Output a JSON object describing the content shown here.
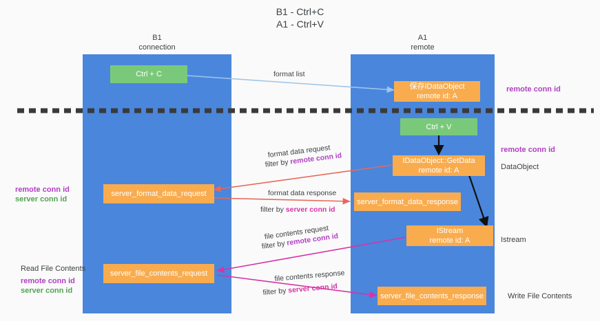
{
  "title": {
    "line1": "B1 - Ctrl+C",
    "line2": "A1 - Ctrl+V"
  },
  "lanes": [
    {
      "id": "b1",
      "header_line1": "B1",
      "header_line2": "connection"
    },
    {
      "id": "a1",
      "header_line1": "A1",
      "header_line2": "remote"
    }
  ],
  "colors": {
    "lane": "#4a86dc",
    "box_orange": "#f9ac4e",
    "box_green": "#7ac97a",
    "purple": "#b13fc4",
    "green_text": "#52a352",
    "pink": "#d633a8",
    "red_arrow": "#e8685a",
    "blue_arrow": "#9fc5ea",
    "black_arrow": "#000000",
    "background": "#fafafa",
    "text": "#3c4043"
  },
  "boxes": {
    "ctrl_c": {
      "label": "Ctrl + C"
    },
    "ctrl_v": {
      "label": "Ctrl + V"
    },
    "idataobject": {
      "line1": "保存IDataObject",
      "line2": "remote id: A"
    },
    "getdata": {
      "line1": "IDataObject::GetData",
      "line2": "remote id: A"
    },
    "istream": {
      "line1": "IStream",
      "line2": "remote id: A"
    },
    "server_format_data_request": {
      "label": "server_format_data_request"
    },
    "server_format_data_response": {
      "label": "server_format_data_response"
    },
    "server_file_contents_request": {
      "label": "server_file_contents_request"
    },
    "server_file_contents_response": {
      "label": "server_file_contents_response"
    }
  },
  "edge_labels": {
    "format_list": "format list",
    "format_data_request": "format data request",
    "format_data_request_filter_prefix": "filter by ",
    "format_data_request_filter_value": "remote conn id",
    "format_data_response": "format data response",
    "format_data_response_filter_prefix": "filter by ",
    "format_data_response_filter_value": "server conn id",
    "file_contents_request": "file contents request",
    "file_contents_request_filter_prefix": "filter by ",
    "file_contents_request_filter_value": "remote conn id",
    "file_contents_response": "file contents response",
    "file_contents_response_filter_prefix": "filter by ",
    "file_contents_response_filter_value": "server conn id"
  },
  "right_labels": {
    "remote_conn_id_top": "remote conn id",
    "remote_conn_id_mid": "remote conn id",
    "dataobject": "DataObject",
    "istream": "Istream",
    "write_file_contents": "Write File Contents"
  },
  "left_labels": {
    "remote_conn_id_mid": "remote conn id",
    "server_conn_id_mid": "server conn id",
    "read_file_contents": "Read File Contents",
    "remote_conn_id_bottom": "remote conn id",
    "server_conn_id_bottom": "server conn id"
  }
}
